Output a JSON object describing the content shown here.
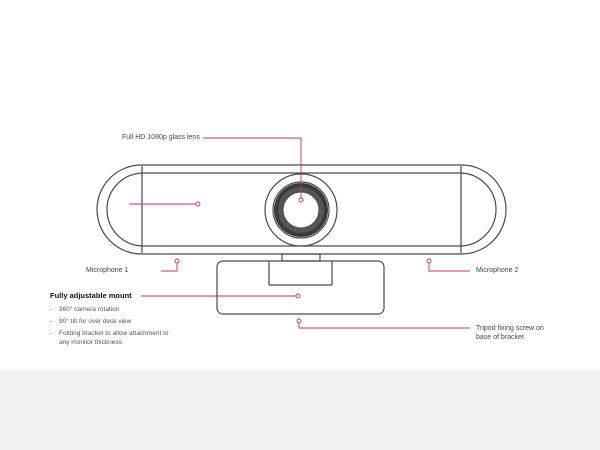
{
  "colors": {
    "background": "#ffffff",
    "bottom_band": "#f2f2f2",
    "outline": "#4a4a4a",
    "callout": "#c0307a"
  },
  "labels": {
    "lens": "Full HD 1080p glass lens",
    "mic1": "Microphone 1",
    "mic2": "Microphone 2",
    "mount_title": "Fully adjustable mount",
    "mount_features": [
      "360° camera rotation",
      "90° tilt for over desk view",
      "Folding bracket to allow attachment to\nany monitor thickness"
    ],
    "tripod": "Tripod fixing screw on\nbase of bracket"
  }
}
